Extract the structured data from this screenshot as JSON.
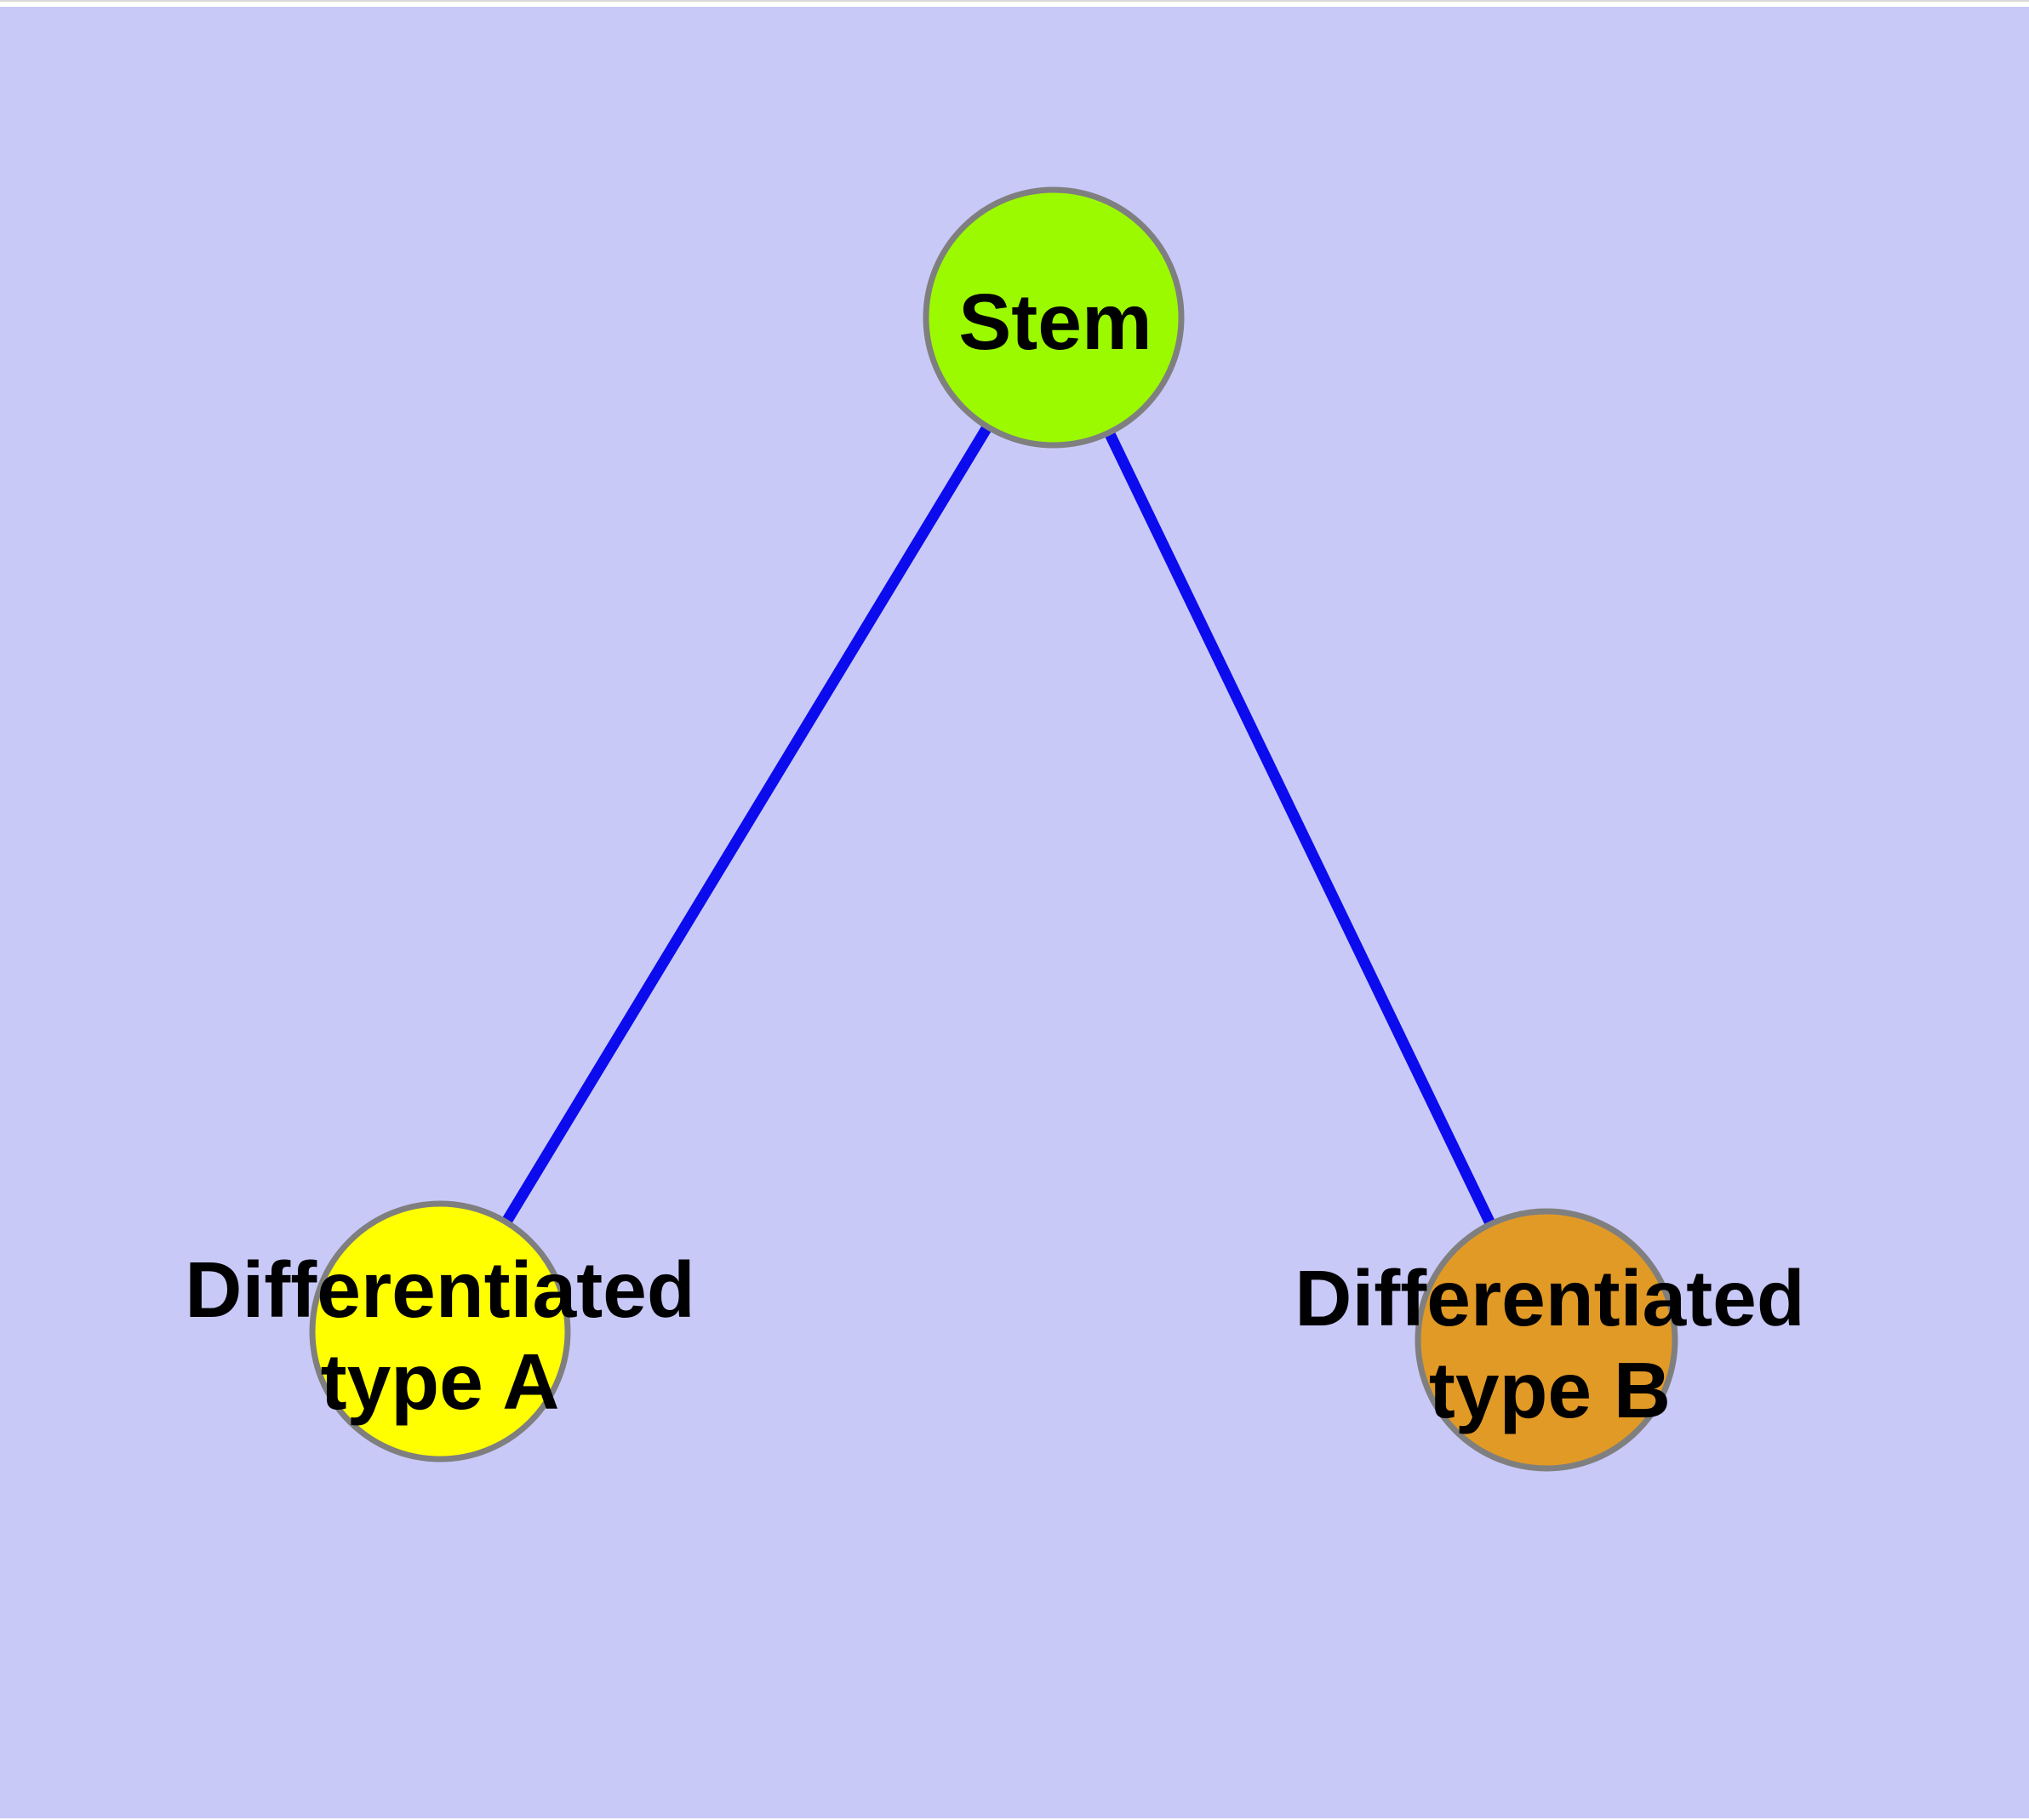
{
  "canvas": {
    "background_color": "#C9C9F8",
    "top_margin_color": "#FFFFFF",
    "top_rule_color": "#D9D9D9"
  },
  "diagram": {
    "type": "graph",
    "edge_color": "#0B0BEE",
    "node_border_color": "#7F7F7F",
    "text_color": "#000000",
    "nodes": [
      {
        "id": "stem",
        "label": "Stem",
        "fill": "#9BFA00"
      },
      {
        "id": "differentiated-type-a",
        "label_line1": "Differentiated",
        "label_line2": "type A",
        "fill": "#FFFF00"
      },
      {
        "id": "differentiated-type-b",
        "label_line1": "Differentiated",
        "label_line2": "type B",
        "fill": "#E29A26"
      }
    ],
    "edges": [
      {
        "from": "Stem",
        "to": "Differentiated type A"
      },
      {
        "from": "Stem",
        "to": "Differentiated type B"
      }
    ]
  }
}
